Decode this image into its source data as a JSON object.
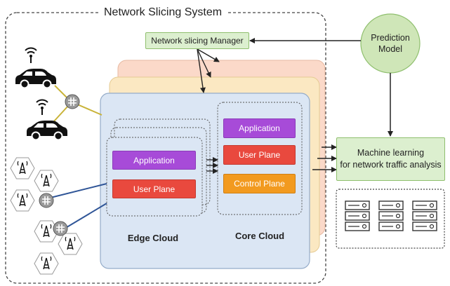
{
  "system": {
    "title": "Network Slicing System"
  },
  "manager": {
    "label": "Network slicing Manager"
  },
  "prediction": {
    "line1": "Prediction",
    "line2": "Model"
  },
  "ml": {
    "line1": "Machine learning",
    "line2": "for network traffic analysis"
  },
  "edge_cloud": {
    "label": "Edge Cloud",
    "application": "Application",
    "user_plane": "User Plane"
  },
  "core_cloud": {
    "label": "Core Cloud",
    "application": "Application",
    "user_plane": "User Plane",
    "control_plane": "Control Plane"
  },
  "colors": {
    "slice_back": "#fbd9c9",
    "slice_mid": "#fbe8c2",
    "slice_front": "#dbe6f4",
    "application": "#a74bd8",
    "user_plane": "#e9493e",
    "control_plane": "#f29a1f",
    "green_box": "#dcefcf",
    "green_circle": "#cfe6b8"
  },
  "icons": [
    "car-icon",
    "router-icon",
    "cell-tower-icon",
    "server-icon",
    "wifi-icon"
  ]
}
